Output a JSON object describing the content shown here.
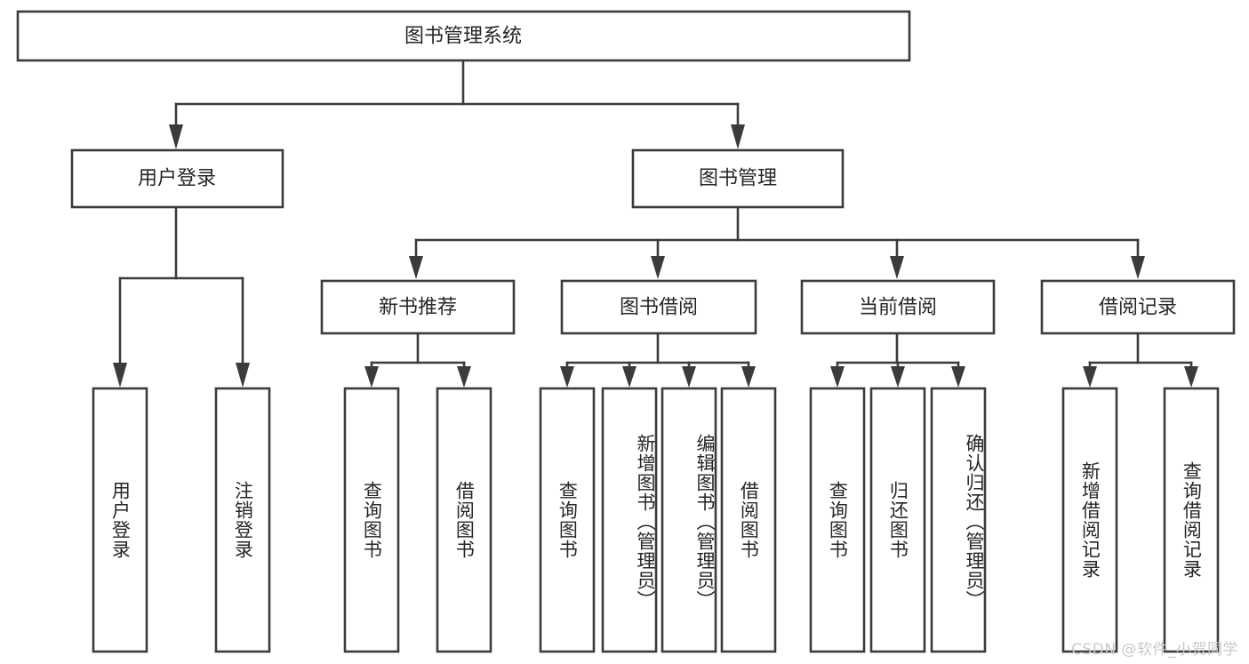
{
  "diagram": {
    "type": "tree",
    "title": "图书管理系统",
    "watermark": "CSDN @软件_小贺同学",
    "colors": {
      "box_stroke": "#3b3b3b",
      "box_fill": "#ffffff",
      "text": "#262626",
      "background": "#ffffff",
      "watermark": "#c9c9c9"
    },
    "root": {
      "label": "图书管理系统"
    },
    "level2": [
      {
        "label": "用户登录"
      },
      {
        "label": "图书管理"
      }
    ],
    "level3": [
      {
        "label": "新书推荐"
      },
      {
        "label": "图书借阅"
      },
      {
        "label": "当前借阅"
      },
      {
        "label": "借阅记录"
      }
    ],
    "leaves": {
      "user_login": [
        {
          "label": "用户登录"
        },
        {
          "label": "注销登录"
        }
      ],
      "new_book_recommend": [
        {
          "label": "查询图书"
        },
        {
          "label": "借阅图书"
        }
      ],
      "book_borrow": [
        {
          "label": "查询图书"
        },
        {
          "label": "新增图书（管理员）"
        },
        {
          "label": "编辑图书（管理员）"
        },
        {
          "label": "借阅图书"
        }
      ],
      "current_borrow": [
        {
          "label": "查询图书"
        },
        {
          "label": "归还图书"
        },
        {
          "label": "确认归还（管理员）"
        }
      ],
      "borrow_record": [
        {
          "label": "新增借阅记录"
        },
        {
          "label": "查询借阅记录"
        }
      ]
    },
    "edges": [
      {
        "from": "图书管理系统",
        "to": "用户登录"
      },
      {
        "from": "图书管理系统",
        "to": "图书管理"
      },
      {
        "from": "用户登录",
        "to": "用户登录"
      },
      {
        "from": "用户登录",
        "to": "注销登录"
      },
      {
        "from": "图书管理",
        "to": "新书推荐"
      },
      {
        "from": "图书管理",
        "to": "图书借阅"
      },
      {
        "from": "图书管理",
        "to": "当前借阅"
      },
      {
        "from": "图书管理",
        "to": "借阅记录"
      },
      {
        "from": "新书推荐",
        "to": "查询图书"
      },
      {
        "from": "新书推荐",
        "to": "借阅图书"
      },
      {
        "from": "图书借阅",
        "to": "查询图书"
      },
      {
        "from": "图书借阅",
        "to": "新增图书（管理员）"
      },
      {
        "from": "图书借阅",
        "to": "编辑图书（管理员）"
      },
      {
        "from": "图书借阅",
        "to": "借阅图书"
      },
      {
        "from": "当前借阅",
        "to": "查询图书"
      },
      {
        "from": "当前借阅",
        "to": "归还图书"
      },
      {
        "from": "当前借阅",
        "to": "确认归还（管理员）"
      },
      {
        "from": "借阅记录",
        "to": "新增借阅记录"
      },
      {
        "from": "借阅记录",
        "to": "查询借阅记录"
      }
    ]
  }
}
